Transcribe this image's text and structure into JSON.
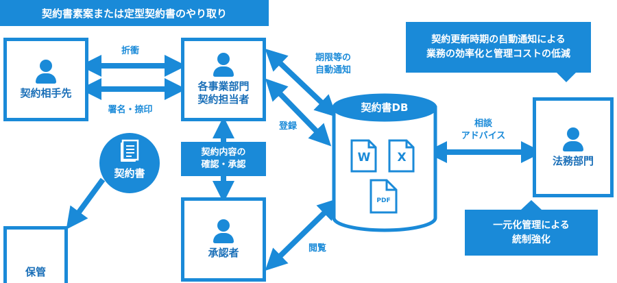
{
  "header": {
    "title": "契約書素案または定型契約書のやり取り"
  },
  "nodes": {
    "counterparty": "契約相手先",
    "department": "各事業部門\n契約担当者",
    "approver": "承認者",
    "storage": "保管",
    "legal": "法務部門",
    "contract": "契約書",
    "database": "契約書DB"
  },
  "arrows": {
    "negotiation": "折衝",
    "signing": "署名・捺印",
    "confirm": "契約内容の\n確認・承認",
    "auto_notice": "期限等の\n自動通知",
    "register": "登録",
    "browse": "閲覧",
    "consult": "相談\nアドバイス"
  },
  "callouts": {
    "top": "契約更新時期の自動通知による\n業務の効率化と管理コストの低減",
    "bottom": "一元化管理による\n統制強化"
  },
  "file_icons": {
    "word": "W",
    "excel": "X",
    "pdf": "PDF"
  },
  "colors": {
    "primary": "#1a8ad8",
    "text": "#1a6fb8",
    "background": "#ffffff"
  }
}
